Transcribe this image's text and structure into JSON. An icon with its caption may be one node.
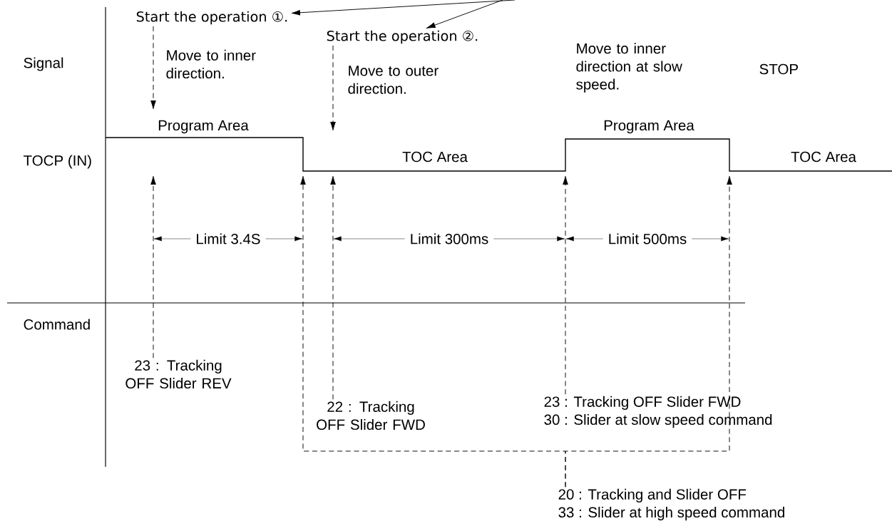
{
  "diagram": {
    "nodes": [
      {
        "text": [
          "Start the operation ①."
        ]
      },
      {
        "text": [
          "Start the operation ②."
        ]
      },
      {
        "text": [
          "23 : Tracking OFF Slider REV"
        ]
      },
      {
        "text": [
          "22 : Tracking OFF Slider FWD"
        ]
      },
      {
        "text": [
          "23 : Tracking OFF Slider FWD",
          "30 : Slider at slow speed command"
        ]
      },
      {
        "text": [
          "20 : Tracking and Slider OFF",
          "33 : Slider at high speed command"
        ]
      }
    ],
    "edges": [
      {
        "from": null,
        "to": 0,
        "arrow": "to"
      },
      {
        "from": null,
        "to": 1,
        "arrow": "to"
      },
      {
        "from": 0,
        "to": null,
        "arrow": "to",
        "style": "dashed"
      },
      {
        "from": 1,
        "to": null,
        "arrow": "to",
        "style": "dashed"
      },
      {
        "from": 2,
        "to": null,
        "arrow": "to",
        "style": "dashed"
      },
      {
        "from": 3,
        "to": null,
        "arrow": "to",
        "style": "dashed"
      },
      {
        "from": 4,
        "to": null,
        "arrow": "to",
        "style": "dashed"
      },
      {
        "from": 5,
        "to": null,
        "arrow": "to",
        "style": "dashed"
      },
      {
        "from": 5,
        "to": null,
        "arrow": "to",
        "style": "dashed"
      }
    ],
    "labels": [
      "Signal",
      "Move to inner direction.",
      "Move to outer direction.",
      "Move to inner direction at slow speed.",
      "STOP",
      "Program Area",
      "TOCP (IN)",
      "TOC Area",
      "Program Area",
      "TOC Area",
      "Limit 3.4S",
      "Limit 300ms",
      "Limit 500ms",
      "Command"
    ]
  }
}
